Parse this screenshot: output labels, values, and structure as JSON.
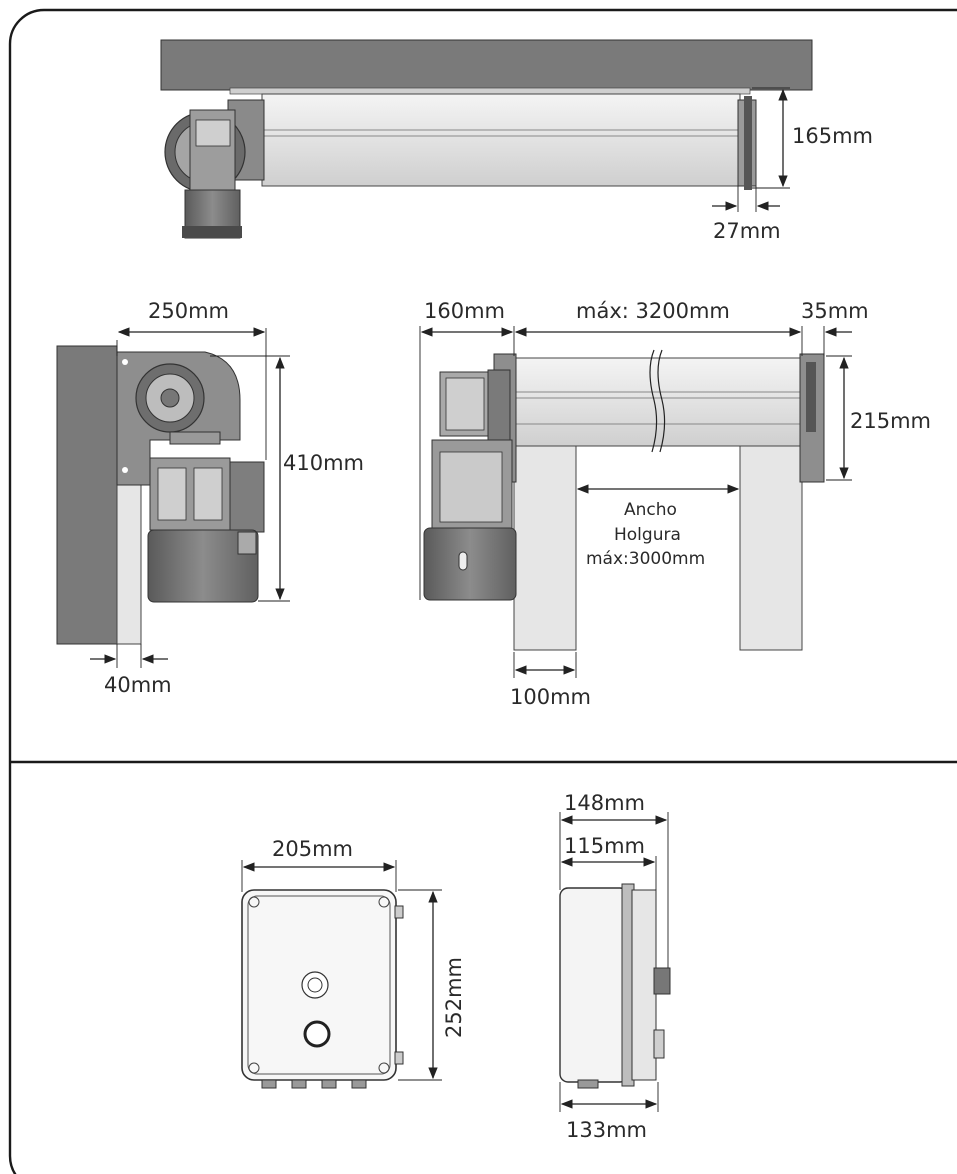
{
  "labels": {
    "top_height": "165mm",
    "top_offset": "27mm",
    "side_width": "250mm",
    "side_height": "410mm",
    "side_gap": "40mm",
    "front_motor": "160mm",
    "front_max": "máx: 3200mm",
    "front_end": "35mm",
    "front_height": "215mm",
    "opening_line1": "Ancho",
    "opening_line2": "Holgura",
    "opening_line3": "máx:3000mm",
    "post_width": "100mm",
    "box_width": "205mm",
    "box_height": "252mm",
    "box_depth_total": "148mm",
    "box_depth_body": "115mm",
    "box_depth_base": "133mm"
  },
  "colors": {
    "frame": "#1a1a1a",
    "wall": "#7a7a7a",
    "motor_dark": "#6e6e6e",
    "motor_mid": "#a9a9a9",
    "motor_light": "#cfcfcf",
    "tube": "#e9e9e9",
    "post": "#e6e6e6"
  }
}
